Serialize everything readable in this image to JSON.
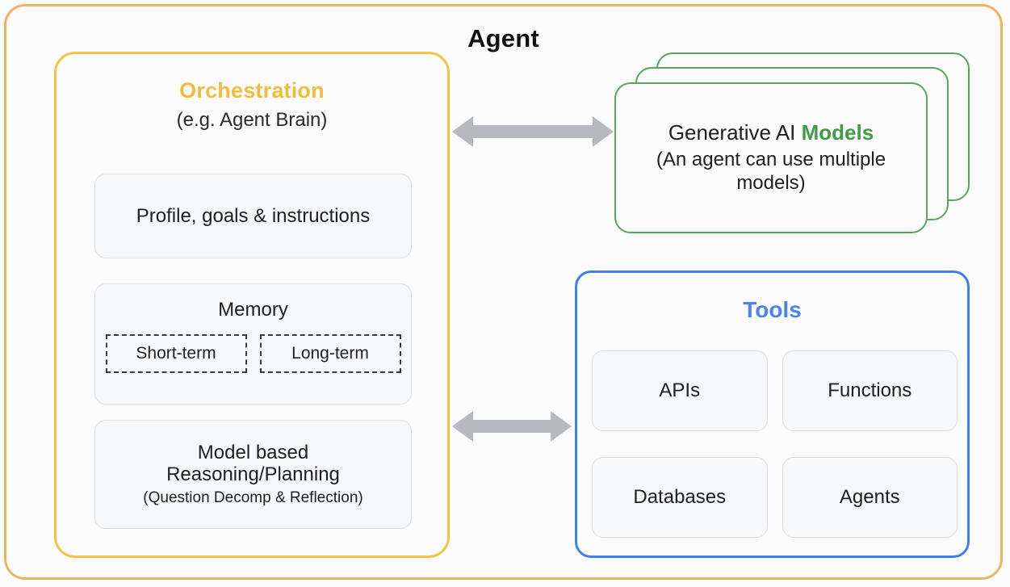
{
  "diagram": {
    "title": "Agent",
    "colors": {
      "outer_border": "#f2b25c",
      "orchestration_border": "#f3c344",
      "orchestration_title": "#f2bd3c",
      "models_border": "#57a65b",
      "models_accent": "#3f9c47",
      "tools_border": "#3f7ff0",
      "tools_title": "#4b82ef",
      "arrow": "#b6b9bd",
      "card_fill": "#f7f8fa",
      "card_border": "#dcdfe3",
      "background": "#fbfbfb"
    }
  },
  "orchestration": {
    "title": "Orchestration",
    "subtitle": "(e.g. Agent Brain)",
    "profile_card": "Profile, goals & instructions",
    "memory": {
      "title": "Memory",
      "items": [
        {
          "label": "Short-term"
        },
        {
          "label": "Long-term"
        }
      ]
    },
    "reasoning": {
      "line1": "Model based",
      "line2": "Reasoning/Planning",
      "note": "(Question Decomp & Reflection)"
    }
  },
  "models": {
    "title_prefix": "Generative AI ",
    "title_accent": "Models",
    "subtitle": "(An agent can use multiple models)",
    "stack_count": 3
  },
  "tools": {
    "title": "Tools",
    "items": [
      {
        "label": "APIs"
      },
      {
        "label": "Functions"
      },
      {
        "label": "Databases"
      },
      {
        "label": "Agents"
      }
    ]
  },
  "connectors": [
    {
      "name": "orchestration-to-models",
      "style": "double-headed",
      "direction": "bidirectional"
    },
    {
      "name": "orchestration-to-tools",
      "style": "double-headed",
      "direction": "bidirectional"
    }
  ]
}
